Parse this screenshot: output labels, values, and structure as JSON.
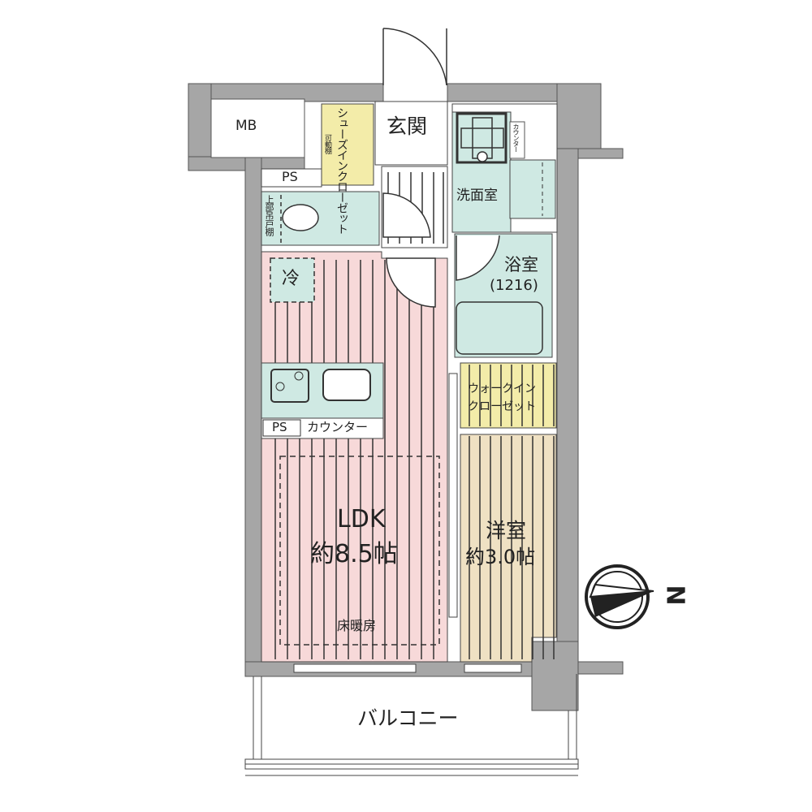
{
  "rooms": {
    "mb": "MB",
    "shoe_closet": "シューズインクローゼット",
    "movable_shelf": "可動棚",
    "entrance": "玄関",
    "ps_top": "PS",
    "upper_cabinet": "上部吊戸棚",
    "washroom": "洗面室",
    "counter_wash": "カウンター",
    "bathroom": "浴室",
    "bath_size": "(1216)",
    "fridge": "冷",
    "walk_in_closet_line1": "ウォークイン",
    "walk_in_closet_line2": "クローゼット",
    "ps_kitchen": "PS",
    "counter_kitchen": "カウンター",
    "ldk_name": "LDK",
    "ldk_size": "約8.5帖",
    "floor_heating": "床暖房",
    "western_name": "洋室",
    "western_size": "約3.0帖",
    "balcony": "バルコニー"
  },
  "compass": {
    "label": "N"
  },
  "colors": {
    "wall": "#a6a6a6",
    "ldk": "#f7d9d9",
    "western": "#efe1c3",
    "closet": "#f3eca9",
    "wet": "#cfe9e3"
  }
}
